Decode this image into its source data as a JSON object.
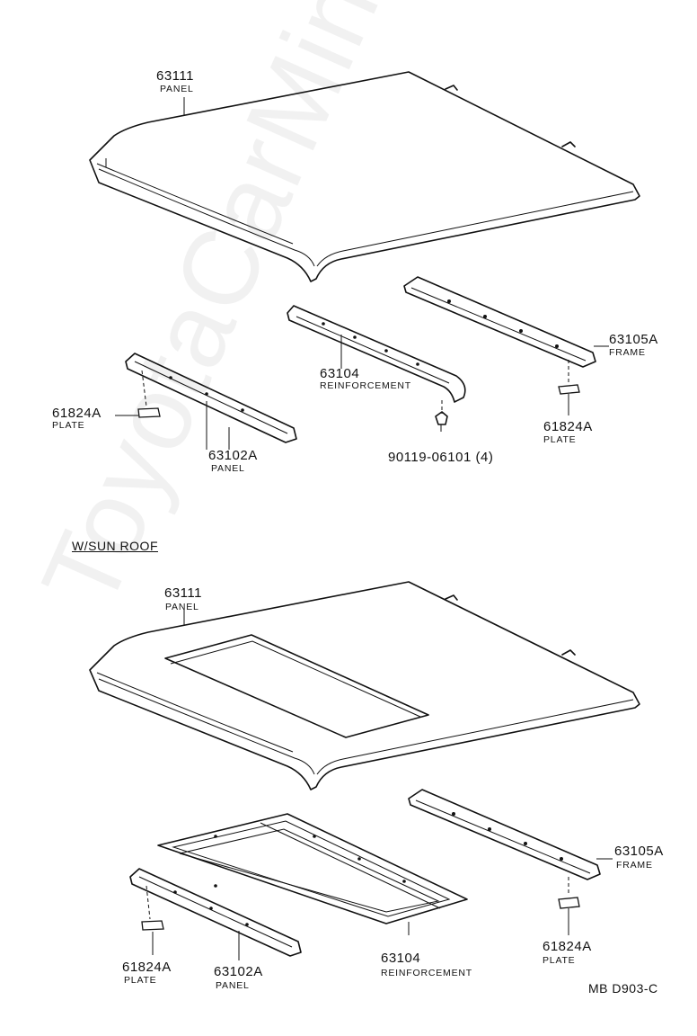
{
  "top_group": {
    "roof_panel": {
      "part_no": "63111",
      "name": "PANEL"
    },
    "reinforcement": {
      "part_no": "63104",
      "name": "REINFORCEMENT"
    },
    "frame": {
      "part_no": "63105A",
      "name": "FRAME"
    },
    "plate_left": {
      "part_no": "61824A",
      "name": "PLATE"
    },
    "plate_right": {
      "part_no": "61824A",
      "name": "PLATE"
    },
    "front_panel": {
      "part_no": "63102A",
      "name": "PANEL"
    },
    "clip": {
      "part_no": "90119-06101",
      "qty": "(4)"
    }
  },
  "sun_roof_group": {
    "title": "W/SUN ROOF",
    "roof_panel": {
      "part_no": "63111",
      "name": "PANEL"
    },
    "frame": {
      "part_no": "63105A",
      "name": "FRAME"
    },
    "plate_right": {
      "part_no": "61824A",
      "name": "PLATE"
    },
    "plate_left": {
      "part_no": "61824A",
      "name": "PLATE"
    },
    "front_panel": {
      "part_no": "63102A",
      "name": "PANEL"
    },
    "reinforcement": {
      "part_no": "63104",
      "name": "REINFORCEMENT"
    }
  },
  "diagram_code": "MB D903-C",
  "watermark": "ToyotaCarMine.ru"
}
